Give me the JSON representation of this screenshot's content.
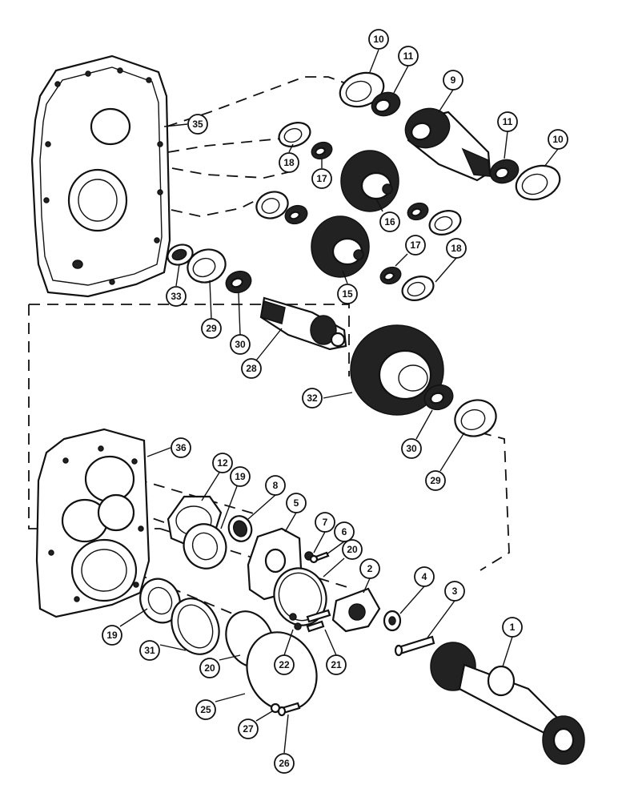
{
  "callouts": [
    {
      "id": "c10a",
      "label": "10"
    },
    {
      "id": "c11a",
      "label": "11"
    },
    {
      "id": "c9",
      "label": "9"
    },
    {
      "id": "c11b",
      "label": "11"
    },
    {
      "id": "c10b",
      "label": "10"
    },
    {
      "id": "c35",
      "label": "35"
    },
    {
      "id": "c18a",
      "label": "18"
    },
    {
      "id": "c17a",
      "label": "17"
    },
    {
      "id": "c16",
      "label": "16"
    },
    {
      "id": "c17b",
      "label": "17"
    },
    {
      "id": "c18b",
      "label": "18"
    },
    {
      "id": "c15",
      "label": "15"
    },
    {
      "id": "c33",
      "label": "33"
    },
    {
      "id": "c29a",
      "label": "29"
    },
    {
      "id": "c30a",
      "label": "30"
    },
    {
      "id": "c28",
      "label": "28"
    },
    {
      "id": "c32",
      "label": "32"
    },
    {
      "id": "c30b",
      "label": "30"
    },
    {
      "id": "c29b",
      "label": "29"
    },
    {
      "id": "c36",
      "label": "36"
    },
    {
      "id": "c12",
      "label": "12"
    },
    {
      "id": "c19a",
      "label": "19"
    },
    {
      "id": "c8",
      "label": "8"
    },
    {
      "id": "c5",
      "label": "5"
    },
    {
      "id": "c7",
      "label": "7"
    },
    {
      "id": "c6",
      "label": "6"
    },
    {
      "id": "c20a",
      "label": "20"
    },
    {
      "id": "c2",
      "label": "2"
    },
    {
      "id": "c4",
      "label": "4"
    },
    {
      "id": "c3",
      "label": "3"
    },
    {
      "id": "c1",
      "label": "1"
    },
    {
      "id": "c19b",
      "label": "19"
    },
    {
      "id": "c31",
      "label": "31"
    },
    {
      "id": "c20b",
      "label": "20"
    },
    {
      "id": "c22",
      "label": "22"
    },
    {
      "id": "c21",
      "label": "21"
    },
    {
      "id": "c25",
      "label": "25"
    },
    {
      "id": "c27",
      "label": "27"
    },
    {
      "id": "c26",
      "label": "26"
    }
  ]
}
